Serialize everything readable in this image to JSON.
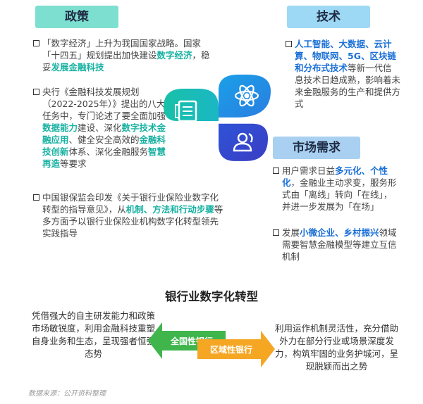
{
  "tags": {
    "policy": "政策",
    "tech": "技术",
    "market": "市场需求"
  },
  "policy": {
    "b1_p1": "「数字经济」上升为我国国家战略。国家「十四五」规划提出加快建设",
    "b1_h1": "数字经济",
    "b1_p2": "，稳妥",
    "b1_h2": "发展金融科技",
    "b2_p1": "央行《金融科技发展规划（2022-2025年）》提出的八大任务中，专门论述了要全面加强",
    "b2_h1": "数据能力",
    "b2_p2": "建设、深化",
    "b2_h2": "数字技术金融应用",
    "b2_p3": "、健全安全高效的",
    "b2_h3": "金融科技创新",
    "b2_p4": "体系、深化金融服务",
    "b2_h4": "智慧再造",
    "b2_p5": "等要求",
    "b3_p1": "中国银保监会印发《关于银行业保险业数字化转型的指导意见》，从",
    "b3_h1": "机制、方法和行动步骤",
    "b3_p2": "等多方面予以银行业保险业机构数字化转型领先实践指导"
  },
  "tech": {
    "b1_h1": "人工智能、大数据、云计算、物联网、5G、区块链和分布式技术",
    "b1_p1": "等新一代信息技术日趋成熟，影响着未来金融服务的生产和提供方式"
  },
  "market": {
    "b1_p1": "用户需求日益",
    "b1_h1": "多元化、个性化",
    "b1_p2": "，金融业主动求变，服务形式由「离线」转向「在线」，并进一步发展为「在场」",
    "b2_p1": "发展",
    "b2_h1": "小微企业、乡村振兴",
    "b2_p2": "领域需要智慧金融模型等建立互信机制"
  },
  "heading": "银行业数字化转型",
  "left_text": "凭借强大的自主研发能力和政策市场敏锐度，利用金融科技重塑自身业务和生态，呈现强者恒强态势",
  "right_text": "利用运作机制灵活性，充分借助外力在部分行业或场景深度发力，构筑牢固的业务护城河，呈现脱颖而出之势",
  "arrows": {
    "national": "全国性银行",
    "regional": "区域性银行"
  },
  "source": "数据来源：公开资料整理",
  "colors": {
    "teal": "#17b1a2",
    "blue": "#1a6fd6",
    "green_arrow": "#39b54a",
    "orange_arrow": "#f5a623"
  },
  "icons": [
    "document-icon",
    "atom-icon",
    "users-icon"
  ]
}
